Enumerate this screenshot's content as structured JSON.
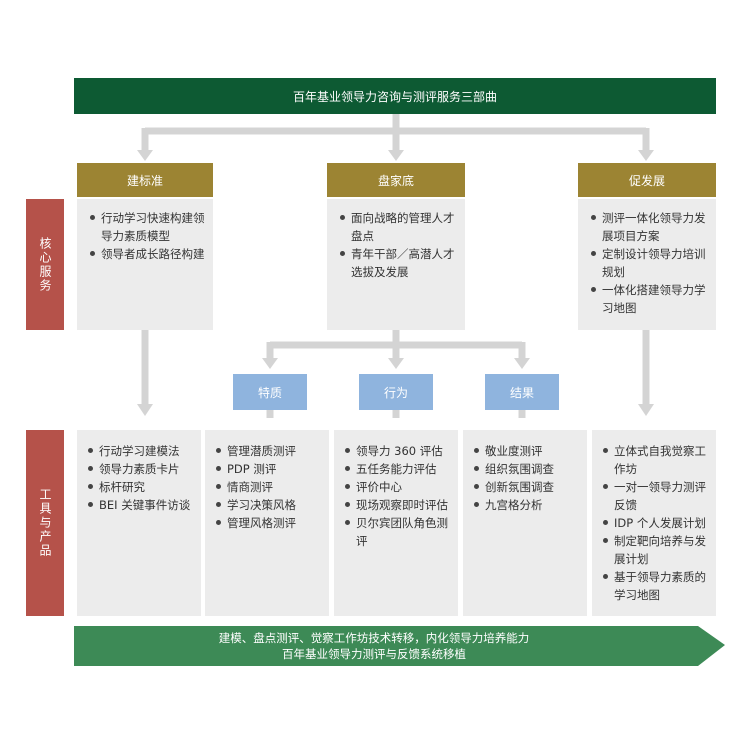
{
  "title": "百年基业领导力咨询与测评服务三部曲",
  "labels": {
    "core_services": "核心服务",
    "tools_products": "工具与产品"
  },
  "services": [
    {
      "header": "建标准",
      "items": [
        "行动学习快速构建领导力素质模型",
        "领导者成长路径构建"
      ]
    },
    {
      "header": "盘家底",
      "items": [
        "面向战略的管理人才盘点",
        "青年干部／高潜人才选拔及发展"
      ]
    },
    {
      "header": "促发展",
      "items": [
        "测评一体化领导力发展项目方案",
        "定制设计领导力培训规划",
        "一体化搭建领导力学习地图"
      ]
    }
  ],
  "sub_categories": [
    "特质",
    "行为",
    "结果"
  ],
  "products": [
    [
      "行动学习建模法",
      "领导力素质卡片",
      "标杆研究",
      "BEI 关键事件访谈"
    ],
    [
      "管理潜质测评",
      "PDP 测评",
      "情商测评",
      "学习决策风格",
      "管理风格测评"
    ],
    [
      "领导力 360 评估",
      "五任务能力评估",
      "评价中心",
      "现场观察即时评估",
      "贝尔宾团队角色测评"
    ],
    [
      "敬业度测评",
      "组织氛围调查",
      "创新氛围调查",
      "九宫格分析"
    ],
    [
      "立体式自我觉察工作坊",
      "一对一领导力测评反馈",
      "IDP 个人发展计划",
      "制定靶向培养与发展计划",
      "基于领导力素质的学习地图"
    ]
  ],
  "bottom_arrow": {
    "line1": "建模、盘点测评、觉察工作坊技术转移，内化领导力培养能力",
    "line2": "百年基业领导力测评与反馈系统移植"
  },
  "colors": {
    "title_green": "#0d5a33",
    "header_gold": "#9c8433",
    "label_red": "#b5524a",
    "sub_blue": "#8fb4de",
    "arrow_green": "#3d8a56",
    "box_gray": "#ececec",
    "connector_gray": "#d4d4d4"
  }
}
